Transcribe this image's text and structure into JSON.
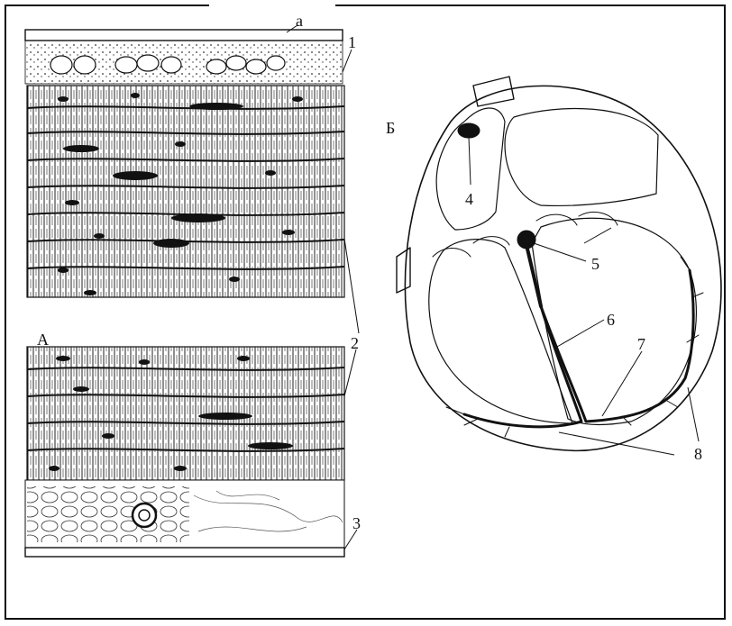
{
  "panels": {
    "A": {
      "label": "А",
      "sublabel": "а"
    },
    "B": {
      "label": "Б"
    }
  },
  "callouts": {
    "1": "1",
    "2": "2",
    "3": "3",
    "4": "4",
    "5": "5",
    "6": "6",
    "7": "7",
    "8": "8"
  },
  "colors": {
    "ink": "#111111",
    "paper": "#ffffff"
  }
}
